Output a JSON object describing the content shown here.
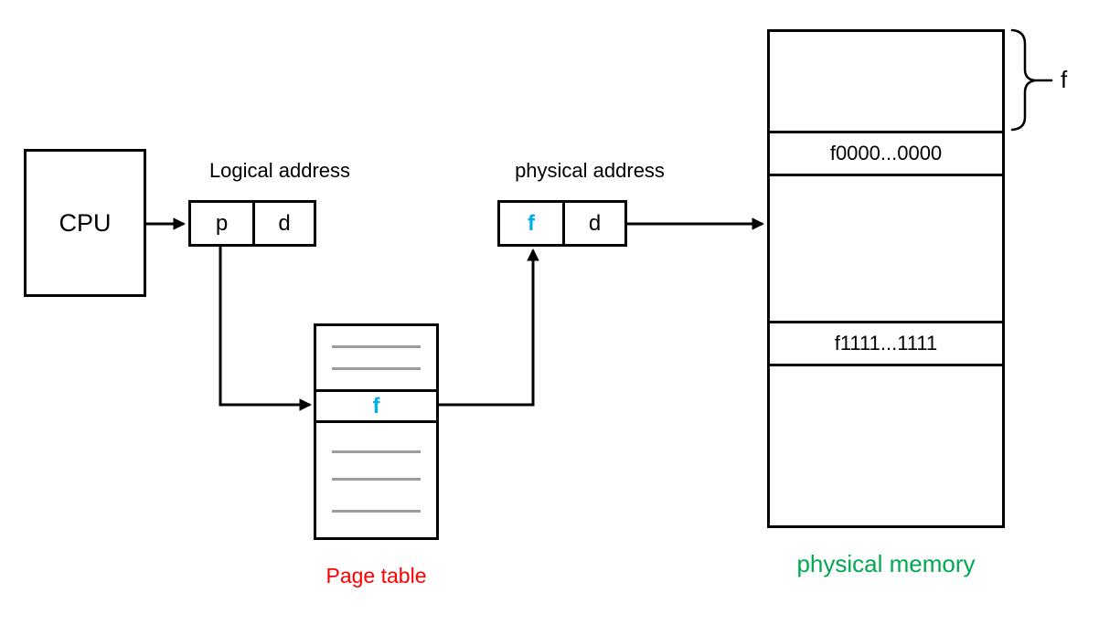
{
  "cpu": {
    "label": "CPU"
  },
  "logical_address": {
    "title": "Logical address",
    "page_field": "p",
    "offset_field": "d"
  },
  "physical_address": {
    "title": "physical address",
    "frame_field": "f",
    "offset_field": "d"
  },
  "page_table": {
    "title": "Page table",
    "entry_value": "f",
    "placeholder_rows_above": 2,
    "placeholder_rows_below": 3
  },
  "physical_memory": {
    "title": "physical memory",
    "frame_start_address": "f0000...0000",
    "frame_end_address": "f1111...1111",
    "frame_brace_label": "f"
  },
  "colors": {
    "frame_highlight": "#00AEEF",
    "page_table_title": "#FF0000",
    "physical_memory_title": "#00A94F",
    "connector": "#000000",
    "placeholder_line": "#9C9C9C"
  }
}
